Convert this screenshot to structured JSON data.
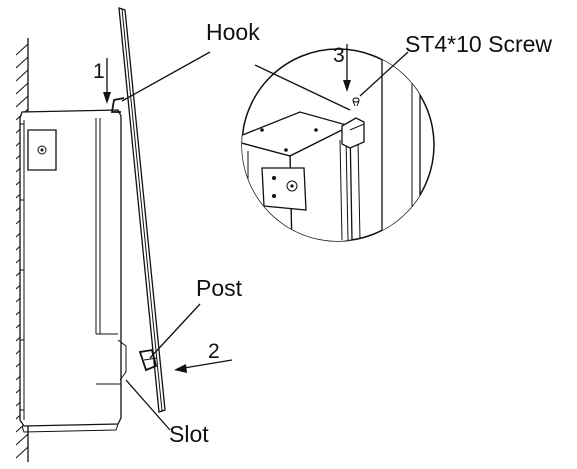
{
  "labels": {
    "hook": "Hook",
    "screw": "ST4*10 Screw",
    "post": "Post",
    "slot": "Slot"
  },
  "steps": {
    "step1": "1",
    "step2": "2",
    "step3": "3"
  },
  "colors": {
    "line": "#111111",
    "background": "#ffffff"
  }
}
